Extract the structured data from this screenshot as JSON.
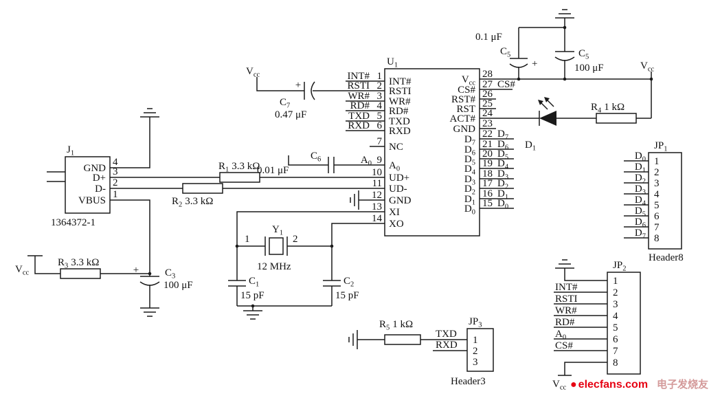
{
  "vcc": {
    "base": "V",
    "sub": "cc"
  },
  "ic": {
    "ref": {
      "base": "U",
      "sub": "1"
    },
    "pins_left": [
      {
        "num": "1",
        "net": "INT#",
        "name": "INT#"
      },
      {
        "num": "2",
        "net": "RSTI",
        "name": "RSTI"
      },
      {
        "num": "3",
        "net": "WR#",
        "name": "WR#"
      },
      {
        "num": "4",
        "net": "RD#",
        "name": "RD#"
      },
      {
        "num": "5",
        "net": "TXD",
        "name": "TXD"
      },
      {
        "num": "6",
        "net": "RXD",
        "name": "RXD"
      },
      {
        "num": "7",
        "name": "NC"
      },
      {
        "num": "9",
        "net": {
          "base": "A",
          "sub": "0"
        },
        "name": {
          "base": "A",
          "sub": "0"
        }
      },
      {
        "num": "10",
        "name": "UD+"
      },
      {
        "num": "11",
        "name": "UD-"
      },
      {
        "num": "12",
        "name": "GND"
      },
      {
        "num": "13",
        "name": "XI"
      },
      {
        "num": "14",
        "name": "XO"
      }
    ],
    "pins_right": [
      {
        "num": "28",
        "name": {
          "base": "V",
          "sub": "cc"
        }
      },
      {
        "num": "27",
        "name": "CS#",
        "net": "CS#"
      },
      {
        "num": "26",
        "name": "RST#"
      },
      {
        "num": "25",
        "name": "RST"
      },
      {
        "num": "24",
        "name": "ACT#"
      },
      {
        "num": "23",
        "name": "GND"
      },
      {
        "num": "22",
        "name": {
          "base": "D",
          "sub": "7"
        },
        "net": {
          "base": "D",
          "sub": "7"
        }
      },
      {
        "num": "21",
        "name": {
          "base": "D",
          "sub": "6"
        },
        "net": {
          "base": "D",
          "sub": "6"
        }
      },
      {
        "num": "20",
        "name": {
          "base": "D",
          "sub": "5"
        },
        "net": {
          "base": "D",
          "sub": "5"
        }
      },
      {
        "num": "19",
        "name": {
          "base": "D",
          "sub": "4"
        },
        "net": {
          "base": "D",
          "sub": "4"
        }
      },
      {
        "num": "18",
        "name": {
          "base": "D",
          "sub": "3"
        },
        "net": {
          "base": "D",
          "sub": "3"
        }
      },
      {
        "num": "17",
        "name": {
          "base": "D",
          "sub": "2"
        },
        "net": {
          "base": "D",
          "sub": "2"
        }
      },
      {
        "num": "16",
        "name": {
          "base": "D",
          "sub": "1"
        },
        "net": {
          "base": "D",
          "sub": "1"
        }
      },
      {
        "num": "15",
        "name": {
          "base": "D",
          "sub": "0"
        },
        "net": {
          "base": "D",
          "sub": "0"
        }
      }
    ]
  },
  "j1": {
    "ref": {
      "base": "J",
      "sub": "1"
    },
    "part": "1364372-1",
    "pins": [
      {
        "num": "4",
        "name": "GND"
      },
      {
        "num": "3",
        "name": "D+"
      },
      {
        "num": "2",
        "name": "D-"
      },
      {
        "num": "1",
        "name": "VBUS"
      }
    ]
  },
  "r1": {
    "ref": {
      "base": "R",
      "sub": "1"
    },
    "value": "3.3 kΩ"
  },
  "r2": {
    "ref": {
      "base": "R",
      "sub": "2"
    },
    "value": "3.3 kΩ"
  },
  "r3": {
    "ref": {
      "base": "R",
      "sub": "3"
    },
    "value": "3.3 kΩ"
  },
  "r4": {
    "ref": {
      "base": "R",
      "sub": "4"
    },
    "value": "1 kΩ"
  },
  "r5": {
    "ref": {
      "base": "R",
      "sub": "5"
    },
    "value": "1 kΩ"
  },
  "c1": {
    "ref": {
      "base": "C",
      "sub": "1"
    },
    "value": "15 pF"
  },
  "c2": {
    "ref": {
      "base": "C",
      "sub": "2"
    },
    "value": "15 pF"
  },
  "c3": {
    "ref": {
      "base": "C",
      "sub": "3"
    },
    "value": "100 μF",
    "polarity": "+"
  },
  "c5a": {
    "ref": {
      "base": "C",
      "sub": "5"
    },
    "value": "0.1 μF",
    "polarity": "+"
  },
  "c5b": {
    "ref": {
      "base": "C",
      "sub": "5"
    },
    "value": "100 μF"
  },
  "c6": {
    "ref": {
      "base": "C",
      "sub": "6"
    },
    "value": "0.01 μF"
  },
  "c7": {
    "ref": {
      "base": "C",
      "sub": "7"
    },
    "value": "0.47 μF",
    "polarity": "+"
  },
  "y1": {
    "ref": {
      "base": "Y",
      "sub": "1"
    },
    "value": "12 MHz",
    "pins": [
      "1",
      "2"
    ]
  },
  "d1": {
    "ref": {
      "base": "D",
      "sub": "1"
    }
  },
  "jp1": {
    "ref": {
      "base": "JP",
      "sub": "1"
    },
    "type": "Header8",
    "pins": [
      "1",
      "2",
      "3",
      "4",
      "5",
      "6",
      "7",
      "8"
    ],
    "nets": [
      {
        "base": "D",
        "sub": "0"
      },
      {
        "base": "D",
        "sub": "1"
      },
      {
        "base": "D",
        "sub": "2"
      },
      {
        "base": "D",
        "sub": "3"
      },
      {
        "base": "D",
        "sub": "4"
      },
      {
        "base": "D",
        "sub": "5"
      },
      {
        "base": "D",
        "sub": "6"
      },
      {
        "base": "D",
        "sub": "7"
      }
    ]
  },
  "jp2": {
    "ref": {
      "base": "JP",
      "sub": "2"
    },
    "pins": [
      "1",
      "2",
      "3",
      "4",
      "5",
      "6",
      "7",
      "8"
    ],
    "nets": [
      "INT#",
      "RSTI",
      "WR#",
      "RD#",
      {
        "base": "A",
        "sub": "0"
      },
      "CS#"
    ]
  },
  "jp3": {
    "ref": {
      "base": "JP",
      "sub": "3"
    },
    "type": "Header3",
    "pins": [
      "1",
      "2",
      "3"
    ],
    "nets": [
      "TXD",
      "RXD"
    ]
  },
  "watermark": {
    "dot": "●",
    "site": "elecfans.com",
    "cn": "电子发烧友"
  }
}
